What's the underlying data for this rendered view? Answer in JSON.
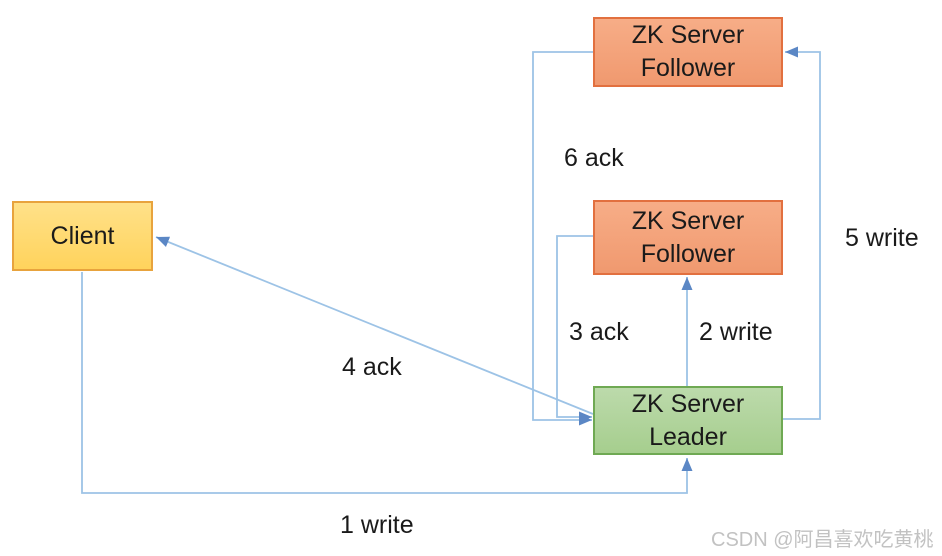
{
  "diagram": {
    "type": "flow-diagram",
    "topic": "ZooKeeper write request flow",
    "colors": {
      "background": "#ffffff",
      "arrow_line": "#9dc3e6",
      "arrow_head": "#5b87c5",
      "client_fill": "#ffd966",
      "client_border": "#e8a33d",
      "follower_fill": "#f4a57c",
      "follower_border": "#e2703f",
      "leader_fill": "#aed299",
      "leader_border": "#6fa953",
      "label_text": "#1a1a1a",
      "watermark_text": "#c2c2c2"
    },
    "nodes": {
      "client": {
        "label": "Client"
      },
      "follower_top": {
        "line1": "ZK Server",
        "line2": "Follower"
      },
      "follower_mid": {
        "line1": "ZK Server",
        "line2": "Follower"
      },
      "leader": {
        "line1": "ZK Server",
        "line2": "Leader"
      }
    },
    "edges": {
      "write1": {
        "label": "1 write",
        "from": "client",
        "to": "leader"
      },
      "write2": {
        "label": "2 write",
        "from": "leader",
        "to": "follower_mid"
      },
      "ack3": {
        "label": "3 ack",
        "from": "follower_mid",
        "to": "leader"
      },
      "ack4": {
        "label": "4 ack",
        "from": "leader",
        "to": "client"
      },
      "write5": {
        "label": "5 write",
        "from": "leader",
        "to": "follower_top"
      },
      "ack6": {
        "label": "6 ack",
        "from": "follower_top",
        "to": "leader"
      }
    },
    "watermark": "CSDN @阿昌喜欢吃黄桃"
  }
}
